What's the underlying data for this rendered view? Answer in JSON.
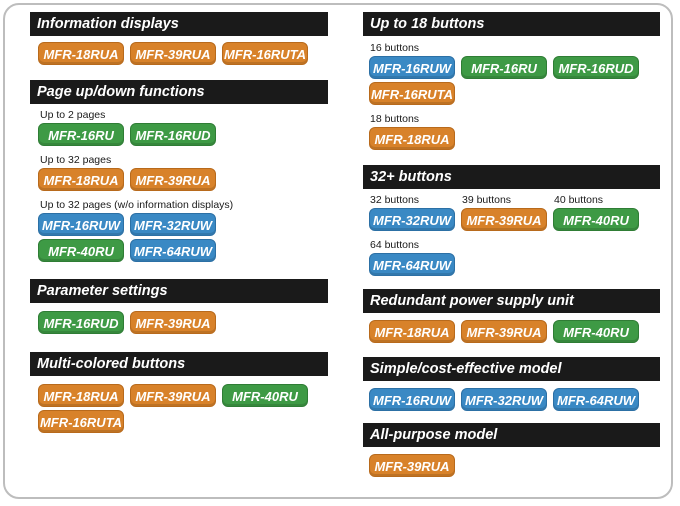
{
  "colors": {
    "orange": "#d8822a",
    "green": "#3e9a45",
    "blue": "#3a89c4",
    "header": "#1a1a1a"
  },
  "left": [
    {
      "title": "Information displays",
      "groups": [
        {
          "label": "",
          "buttons": [
            {
              "text": "MFR-18RUA",
              "color": "orange"
            },
            {
              "text": "MFR-39RUA",
              "color": "orange"
            },
            {
              "text": "MFR-16RUTA",
              "color": "orange"
            }
          ]
        }
      ]
    },
    {
      "title": "Page up/down functions",
      "groups": [
        {
          "label": "Up to 2 pages",
          "buttons": [
            {
              "text": "MFR-16RU",
              "color": "green"
            },
            {
              "text": "MFR-16RUD",
              "color": "green"
            }
          ]
        },
        {
          "label": "Up to 32 pages",
          "buttons": [
            {
              "text": "MFR-18RUA",
              "color": "orange"
            },
            {
              "text": "MFR-39RUA",
              "color": "orange"
            }
          ]
        },
        {
          "label": "Up to 32 pages (w/o information displays)",
          "buttons": [
            {
              "text": "MFR-16RUW",
              "color": "blue"
            },
            {
              "text": "MFR-32RUW",
              "color": "blue"
            },
            {
              "text": "MFR-40RU",
              "color": "green"
            },
            {
              "text": "MFR-64RUW",
              "color": "blue"
            }
          ]
        }
      ]
    },
    {
      "title": "Parameter settings",
      "groups": [
        {
          "label": "",
          "buttons": [
            {
              "text": "MFR-16RUD",
              "color": "green"
            },
            {
              "text": "MFR-39RUA",
              "color": "orange"
            }
          ]
        }
      ]
    },
    {
      "title": "Multi-colored buttons",
      "groups": [
        {
          "label": "",
          "buttons": [
            {
              "text": "MFR-18RUA",
              "color": "orange"
            },
            {
              "text": "MFR-39RUA",
              "color": "orange"
            },
            {
              "text": "MFR-40RU",
              "color": "green"
            },
            {
              "text": "MFR-16RUTA",
              "color": "orange"
            }
          ]
        }
      ]
    }
  ],
  "right": [
    {
      "title": "Up to 18 buttons",
      "groups": [
        {
          "label": "16 buttons",
          "buttons": [
            {
              "text": "MFR-16RUW",
              "color": "blue"
            },
            {
              "text": "MFR-16RU",
              "color": "green"
            },
            {
              "text": "MFR-16RUD",
              "color": "green"
            },
            {
              "text": "MFR-16RUTA",
              "color": "orange"
            }
          ]
        },
        {
          "label": "18 buttons",
          "buttons": [
            {
              "text": "MFR-18RUA",
              "color": "orange"
            }
          ]
        }
      ]
    },
    {
      "title": "32+ buttons",
      "inline_groups": [
        {
          "label": "32 buttons",
          "buttons": [
            {
              "text": "MFR-32RUW",
              "color": "blue"
            }
          ]
        },
        {
          "label": "39 buttons",
          "buttons": [
            {
              "text": "MFR-39RUA",
              "color": "orange"
            }
          ]
        },
        {
          "label": "40 buttons",
          "buttons": [
            {
              "text": "MFR-40RU",
              "color": "green"
            }
          ]
        }
      ],
      "groups": [
        {
          "label": "64 buttons",
          "buttons": [
            {
              "text": "MFR-64RUW",
              "color": "blue"
            }
          ]
        }
      ]
    },
    {
      "title": "Redundant power supply unit",
      "groups": [
        {
          "label": "",
          "buttons": [
            {
              "text": "MFR-18RUA",
              "color": "orange"
            },
            {
              "text": "MFR-39RUA",
              "color": "orange"
            },
            {
              "text": "MFR-40RU",
              "color": "green"
            }
          ]
        }
      ]
    },
    {
      "title": "Simple/cost-effective model",
      "groups": [
        {
          "label": "",
          "buttons": [
            {
              "text": "MFR-16RUW",
              "color": "blue"
            },
            {
              "text": "MFR-32RUW",
              "color": "blue"
            },
            {
              "text": "MFR-64RUW",
              "color": "blue"
            }
          ]
        }
      ]
    },
    {
      "title": "All-purpose model",
      "groups": [
        {
          "label": "",
          "buttons": [
            {
              "text": "MFR-39RUA",
              "color": "orange"
            }
          ]
        }
      ]
    }
  ]
}
